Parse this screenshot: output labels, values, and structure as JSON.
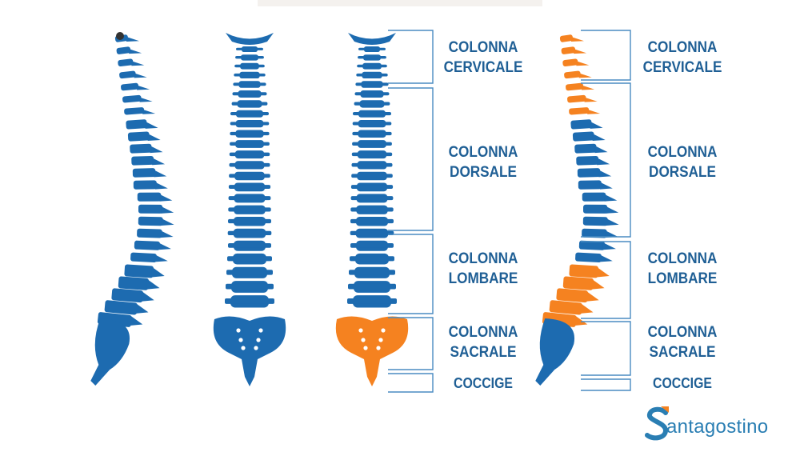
{
  "labels": {
    "cervicale": [
      "COLONNA",
      "CERVICALE"
    ],
    "dorsale": [
      "COLONNA",
      "DORSALE"
    ],
    "lombare": [
      "COLONNA",
      "LOMBARE"
    ],
    "sacrale": [
      "COLONNA",
      "SACRALE"
    ],
    "coccige": "COCCIGE"
  },
  "brand": {
    "name_rest": "antagostino"
  },
  "colors": {
    "blue": "#1d6bb0",
    "orange": "#f58220",
    "label": "#1f5f95",
    "bracket": "#4a8cc2"
  },
  "icons": [
    "spine-side-icon",
    "spine-front-icon",
    "s-logo-icon"
  ]
}
